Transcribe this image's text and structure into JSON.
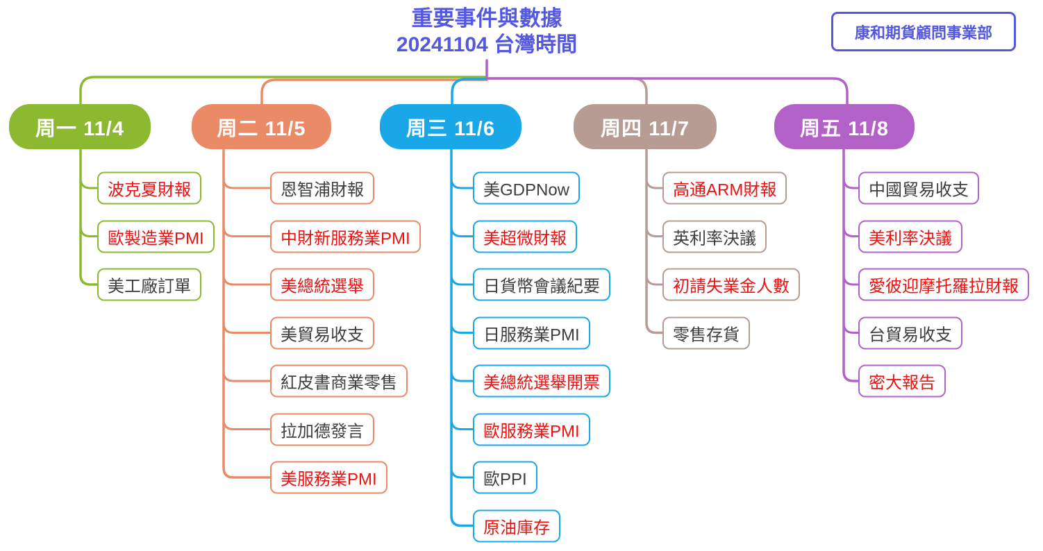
{
  "title": {
    "line1": "重要事件與數據",
    "line2": "20241104 台灣時間",
    "color": "#5457E0"
  },
  "badge": {
    "label": "康和期貨顧問事業部",
    "color": "#5457E0"
  },
  "text_colors": {
    "normal": "#3D3D3D",
    "highlight": "#ED1111"
  },
  "columns": [
    {
      "header": "周一 11/4",
      "color": "#8CB930",
      "items": [
        {
          "label": "波克夏財報",
          "highlight": true
        },
        {
          "label": "歐製造業PMI",
          "highlight": true
        },
        {
          "label": "美工廠訂單",
          "highlight": false
        }
      ]
    },
    {
      "header": "周二 11/5",
      "color": "#EA8A66",
      "items": [
        {
          "label": "恩智浦財報",
          "highlight": false
        },
        {
          "label": "中財新服務業PMI",
          "highlight": true
        },
        {
          "label": "美總統選舉",
          "highlight": true
        },
        {
          "label": "美貿易收支",
          "highlight": false
        },
        {
          "label": "紅皮書商業零售",
          "highlight": false
        },
        {
          "label": "拉加德發言",
          "highlight": false
        },
        {
          "label": "美服務業PMI",
          "highlight": true
        }
      ]
    },
    {
      "header": "周三 11/6",
      "color": "#1AA7E8",
      "items": [
        {
          "label": "美GDPNow",
          "highlight": false
        },
        {
          "label": "美超微財報",
          "highlight": true
        },
        {
          "label": "日貨幣會議紀要",
          "highlight": false
        },
        {
          "label": "日服務業PMI",
          "highlight": false
        },
        {
          "label": "美總統選舉開票",
          "highlight": true
        },
        {
          "label": "歐服務業PMI",
          "highlight": true
        },
        {
          "label": "歐PPI",
          "highlight": false
        },
        {
          "label": "原油庫存",
          "highlight": true
        }
      ]
    },
    {
      "header": "周四 11/7",
      "color": "#B69C93",
      "items": [
        {
          "label": "高通ARM財報",
          "highlight": true
        },
        {
          "label": "英利率決議",
          "highlight": false
        },
        {
          "label": "初請失業金人數",
          "highlight": true
        },
        {
          "label": "零售存貨",
          "highlight": false
        }
      ]
    },
    {
      "header": "周五 11/8",
      "color": "#B262C6",
      "items": [
        {
          "label": "中國貿易收支",
          "highlight": false
        },
        {
          "label": "美利率決議",
          "highlight": true
        },
        {
          "label": "愛彼迎摩托羅拉財報",
          "highlight": true
        },
        {
          "label": "台貿易收支",
          "highlight": false
        },
        {
          "label": "密大報告",
          "highlight": true
        }
      ]
    }
  ]
}
